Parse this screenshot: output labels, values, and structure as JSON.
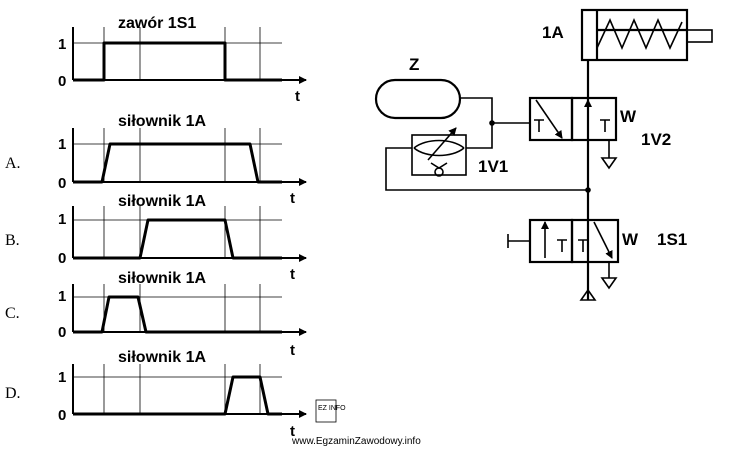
{
  "timing": {
    "valve_title": "zawór 1S1",
    "cylinder_title": "siłownik 1A",
    "level_high": "1",
    "level_low": "0",
    "time_axis": "t"
  },
  "options": [
    {
      "letter": "A."
    },
    {
      "letter": "B."
    },
    {
      "letter": "C."
    },
    {
      "letter": "D."
    }
  ],
  "circuit": {
    "cylinder": "1A",
    "tank": "Z",
    "throttle_valve": "1V1",
    "main_valve": "1V2",
    "button_valve": "1S1",
    "spring_mark": "W"
  },
  "watermark": {
    "badge": "EZ INFO",
    "site": "www.EgzaminZawodowy.info"
  }
}
